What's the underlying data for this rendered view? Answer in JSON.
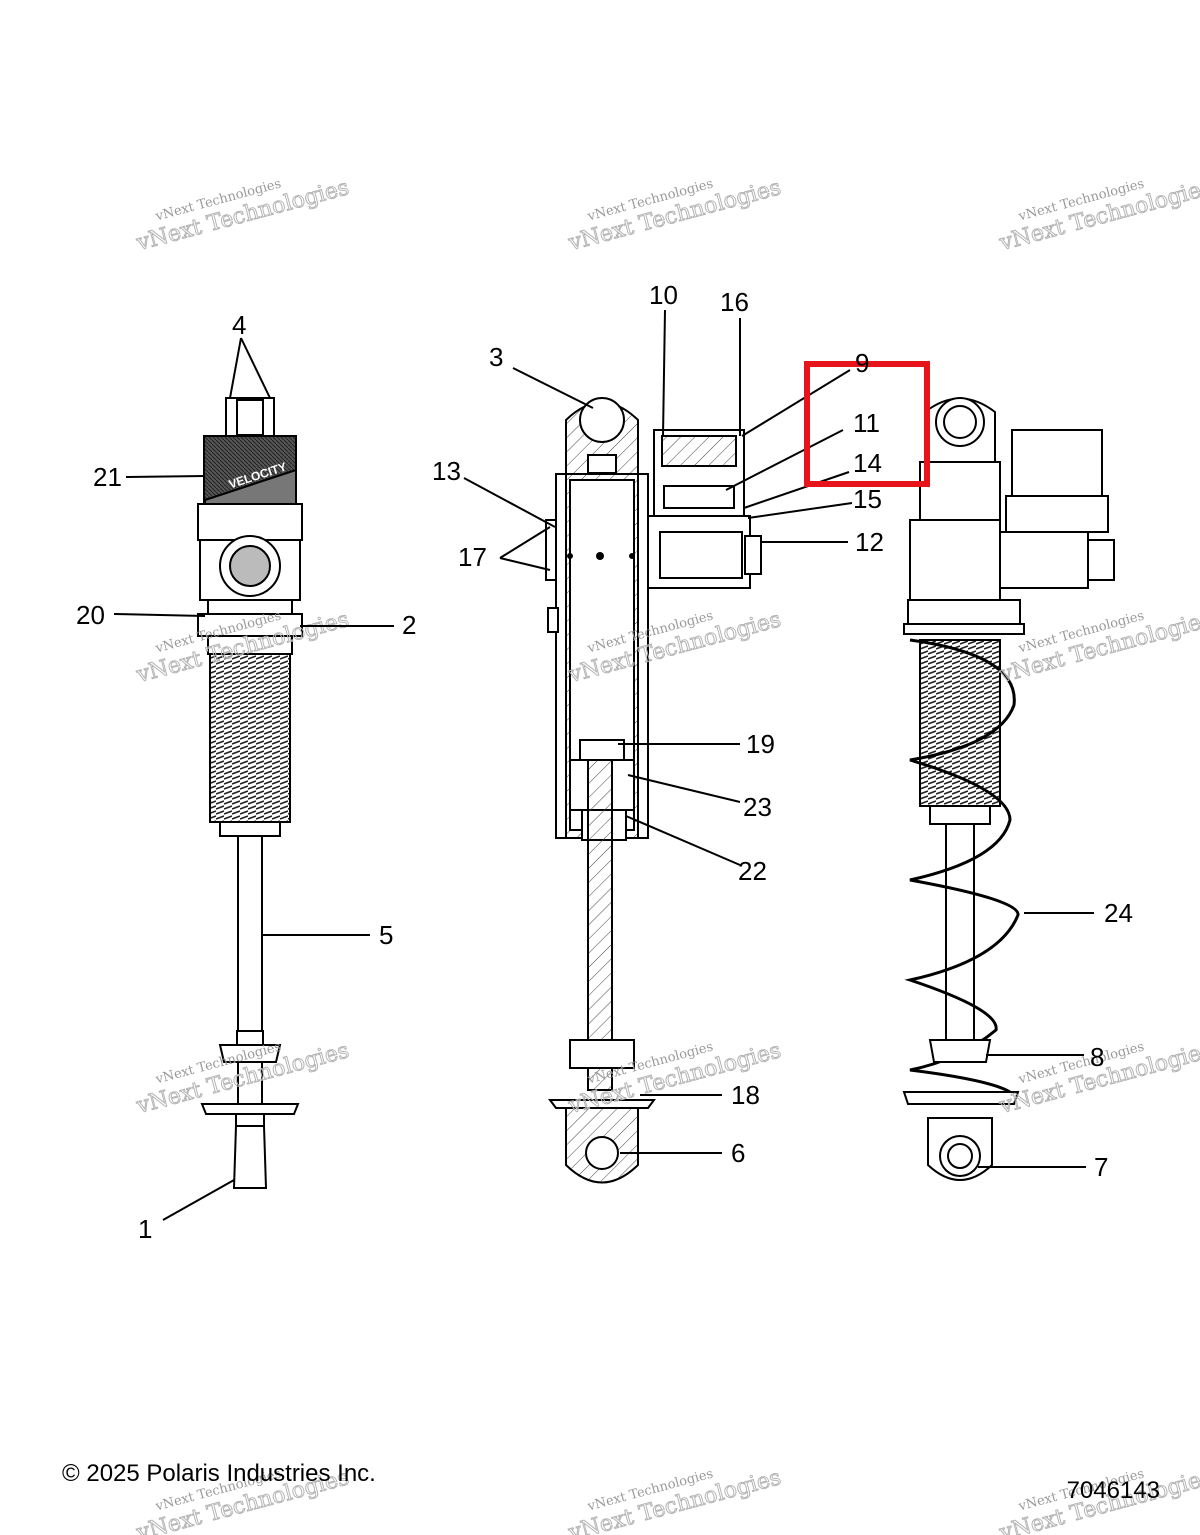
{
  "callouts": {
    "c1": "1",
    "c2": "2",
    "c3": "3",
    "c4": "4",
    "c5": "5",
    "c6": "6",
    "c7": "7",
    "c8": "8",
    "c9": "9",
    "c10": "10",
    "c11": "11",
    "c12": "12",
    "c13": "13",
    "c14": "14",
    "c15": "15",
    "c16": "16",
    "c17": "17",
    "c18": "18",
    "c19": "19",
    "c20": "20",
    "c21": "21",
    "c22": "22",
    "c23": "23",
    "c24": "24"
  },
  "watermark": {
    "line1": "vNext Technologies",
    "line2": "vNext Technologies"
  },
  "label_brand": "VELOCITY",
  "footer": {
    "copyright": "© 2025 Polaris Industries Inc.",
    "part_number": "7046143"
  },
  "colors": {
    "highlight": "#e8141b",
    "ink": "#000000",
    "watermark": "#a0a0a0"
  }
}
